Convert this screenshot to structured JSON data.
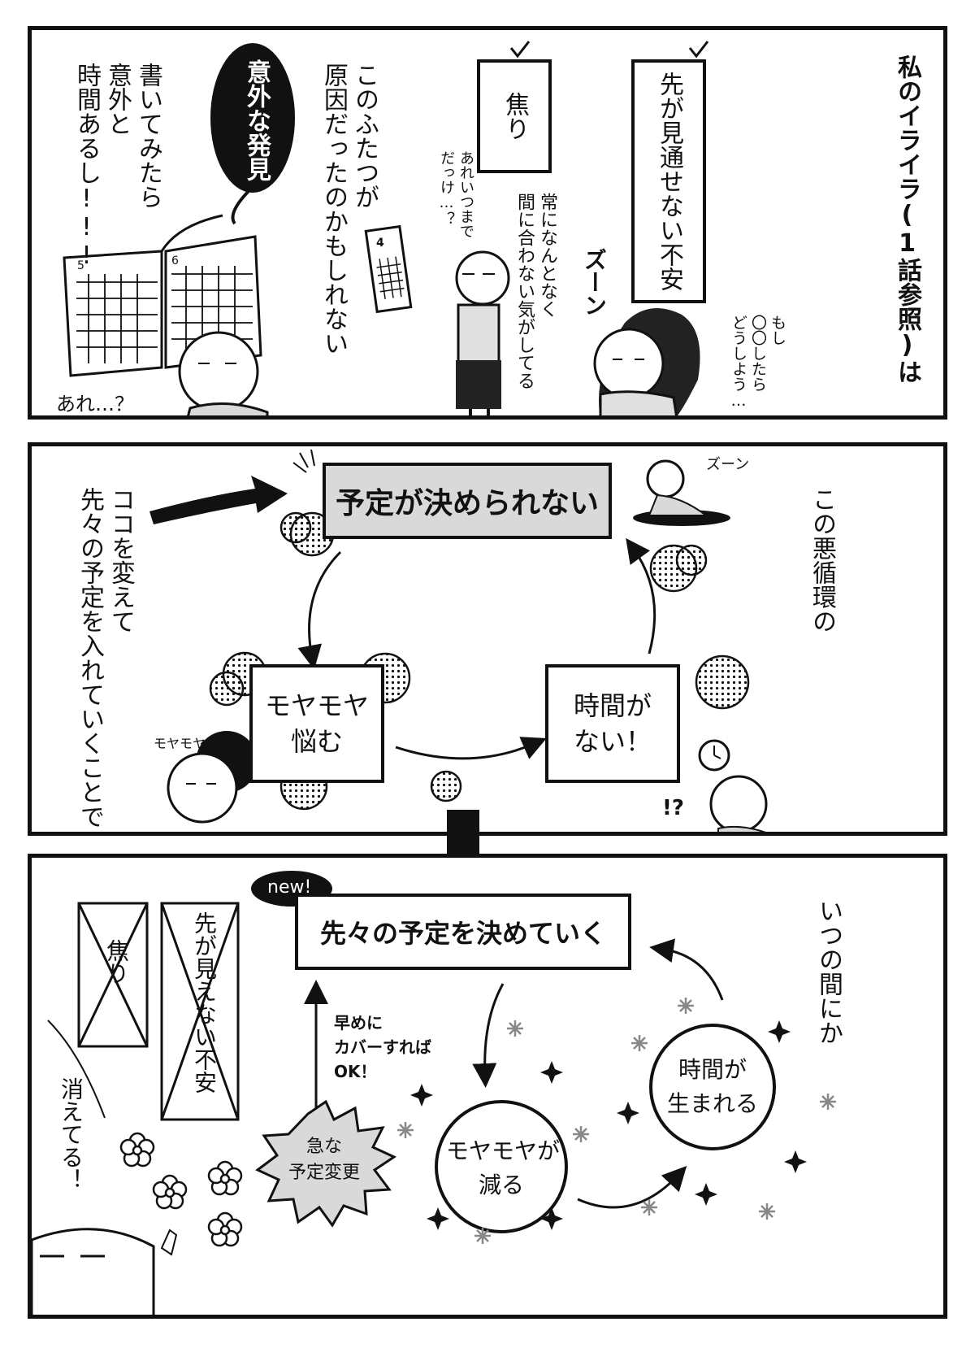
{
  "panel1": {
    "narration_irritation": "私のイライラ(1話参照)は",
    "box_anxiety": "先が見通せない不安",
    "box_rush": "焦り",
    "sfx_zuun": "ズーン",
    "thought_moshi": "もし\n〇〇したら\nどうしよう…",
    "thought_always": "常になんとなく\n間に合わない気がしてる",
    "thought_until_when": "あれいつまで\nだっけ…？",
    "calendar_page": "4",
    "narration_cause": "このふたつが\n原因だったのかもしれない",
    "bubble_discovery": "意外な発見",
    "narration_written": "書いてみたら\n意外と\n時間あるし!!!",
    "planner_left_page": "5",
    "planner_right_page": "6",
    "speech_are": "あれ…？"
  },
  "panel2": {
    "narration_cycle": "この悪循環の",
    "box_cannot_decide": "予定が決められない",
    "box_worry": "モヤモヤ\n悩む",
    "box_no_time": "時間が\nない！",
    "sfx_zuun_small": "ズーン",
    "sfx_moyamoya": "モヤモヤ…",
    "sfx_surprise": "!?",
    "narration_change": "ココを変えて\n先々の予定を入れていくことで"
  },
  "panel3": {
    "badge_new": "new!",
    "box_decide_ahead": "先々の予定を決めていく",
    "narration_before_long": "いつの間にか",
    "crossed_rush": "焦り",
    "crossed_anxiety": "先が見えない不安",
    "narration_vanished": "消えてる！",
    "note_cover_early": "早めに\nカバーすれば\nOK！",
    "burst_sudden_change": "急な\n予定変更",
    "circle_less_worry": "モヤモヤが\n減る",
    "circle_time_born": "時間が\n生まれる"
  },
  "colors": {
    "ink": "#111111",
    "tone": "#d9d9d9",
    "paper": "#ffffff"
  }
}
